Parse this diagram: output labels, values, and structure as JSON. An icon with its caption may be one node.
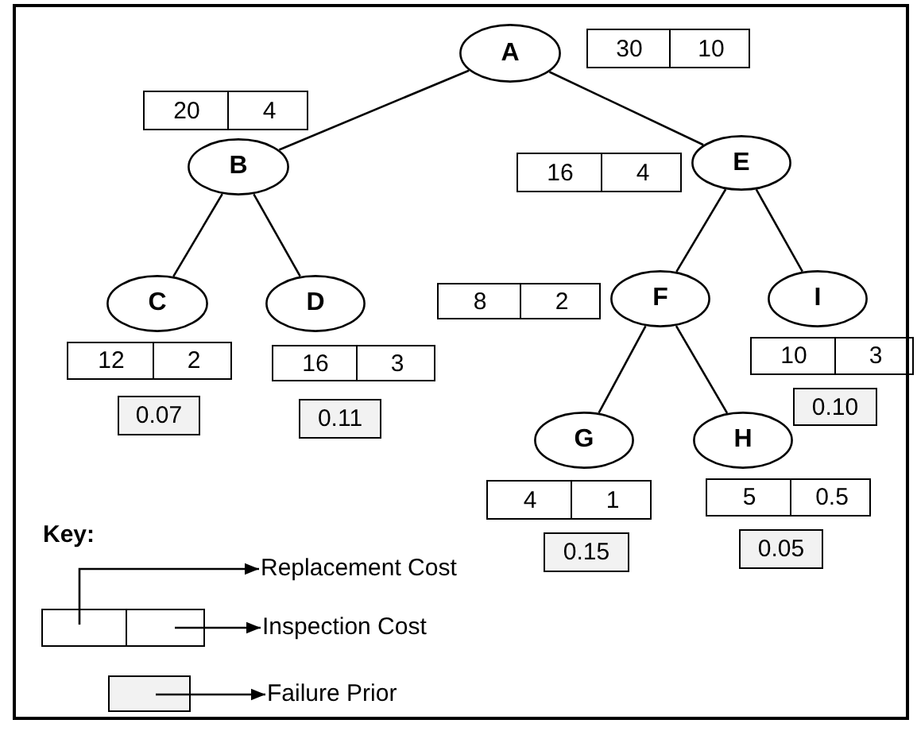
{
  "diagram": {
    "nodes": [
      {
        "text": [
          "A"
        ]
      },
      {
        "text": [
          "30",
          "10"
        ]
      },
      {
        "text": [
          "20",
          "4"
        ]
      },
      {
        "text": [
          "B"
        ]
      },
      {
        "text": [
          "16",
          "4"
        ]
      },
      {
        "text": [
          "E"
        ]
      },
      {
        "text": [
          "8",
          "2"
        ]
      },
      {
        "text": [
          "C"
        ]
      },
      {
        "text": [
          "D"
        ]
      },
      {
        "text": [
          "F"
        ]
      },
      {
        "text": [
          "I"
        ]
      },
      {
        "text": [
          "12",
          "2"
        ]
      },
      {
        "text": [
          "16",
          "3"
        ]
      },
      {
        "text": [
          "10",
          "3"
        ]
      },
      {
        "text": [
          "0.07"
        ]
      },
      {
        "text": [
          "0.11"
        ]
      },
      {
        "text": [
          "0.10"
        ]
      },
      {
        "text": [
          "G"
        ]
      },
      {
        "text": [
          "H"
        ]
      },
      {
        "text": [
          "4",
          "1"
        ]
      },
      {
        "text": [
          "5",
          "0.5"
        ]
      },
      {
        "text": [
          "0.15"
        ]
      },
      {
        "text": [
          "0.05"
        ]
      },
      {
        "text": [],
        "shape": "box"
      },
      {
        "text": [
          "Replacement Cost"
        ]
      },
      {
        "text": [
          "Inspection Cost"
        ]
      },
      {
        "text": [],
        "shape": "box"
      },
      {
        "text": [
          "Failure Prior"
        ]
      }
    ],
    "edges": [
      {
        "from": 0,
        "to": 3,
        "arrow": "none"
      },
      {
        "from": 0,
        "to": 5,
        "arrow": "none"
      },
      {
        "from": 3,
        "to": 7,
        "arrow": "none"
      },
      {
        "from": 3,
        "to": 8,
        "arrow": "none"
      },
      {
        "from": 5,
        "to": 9,
        "arrow": "none"
      },
      {
        "from": 5,
        "to": 10,
        "arrow": "none"
      },
      {
        "from": 9,
        "to": 17,
        "arrow": "none"
      },
      {
        "from": 9,
        "to": 18,
        "arrow": "none"
      },
      {
        "from": 23,
        "to": 24,
        "arrow": "to"
      },
      {
        "from": 23,
        "to": 25,
        "arrow": "to"
      },
      {
        "from": 26,
        "to": 27,
        "arrow": "to"
      }
    ],
    "labels": [
      "Key:"
    ]
  }
}
